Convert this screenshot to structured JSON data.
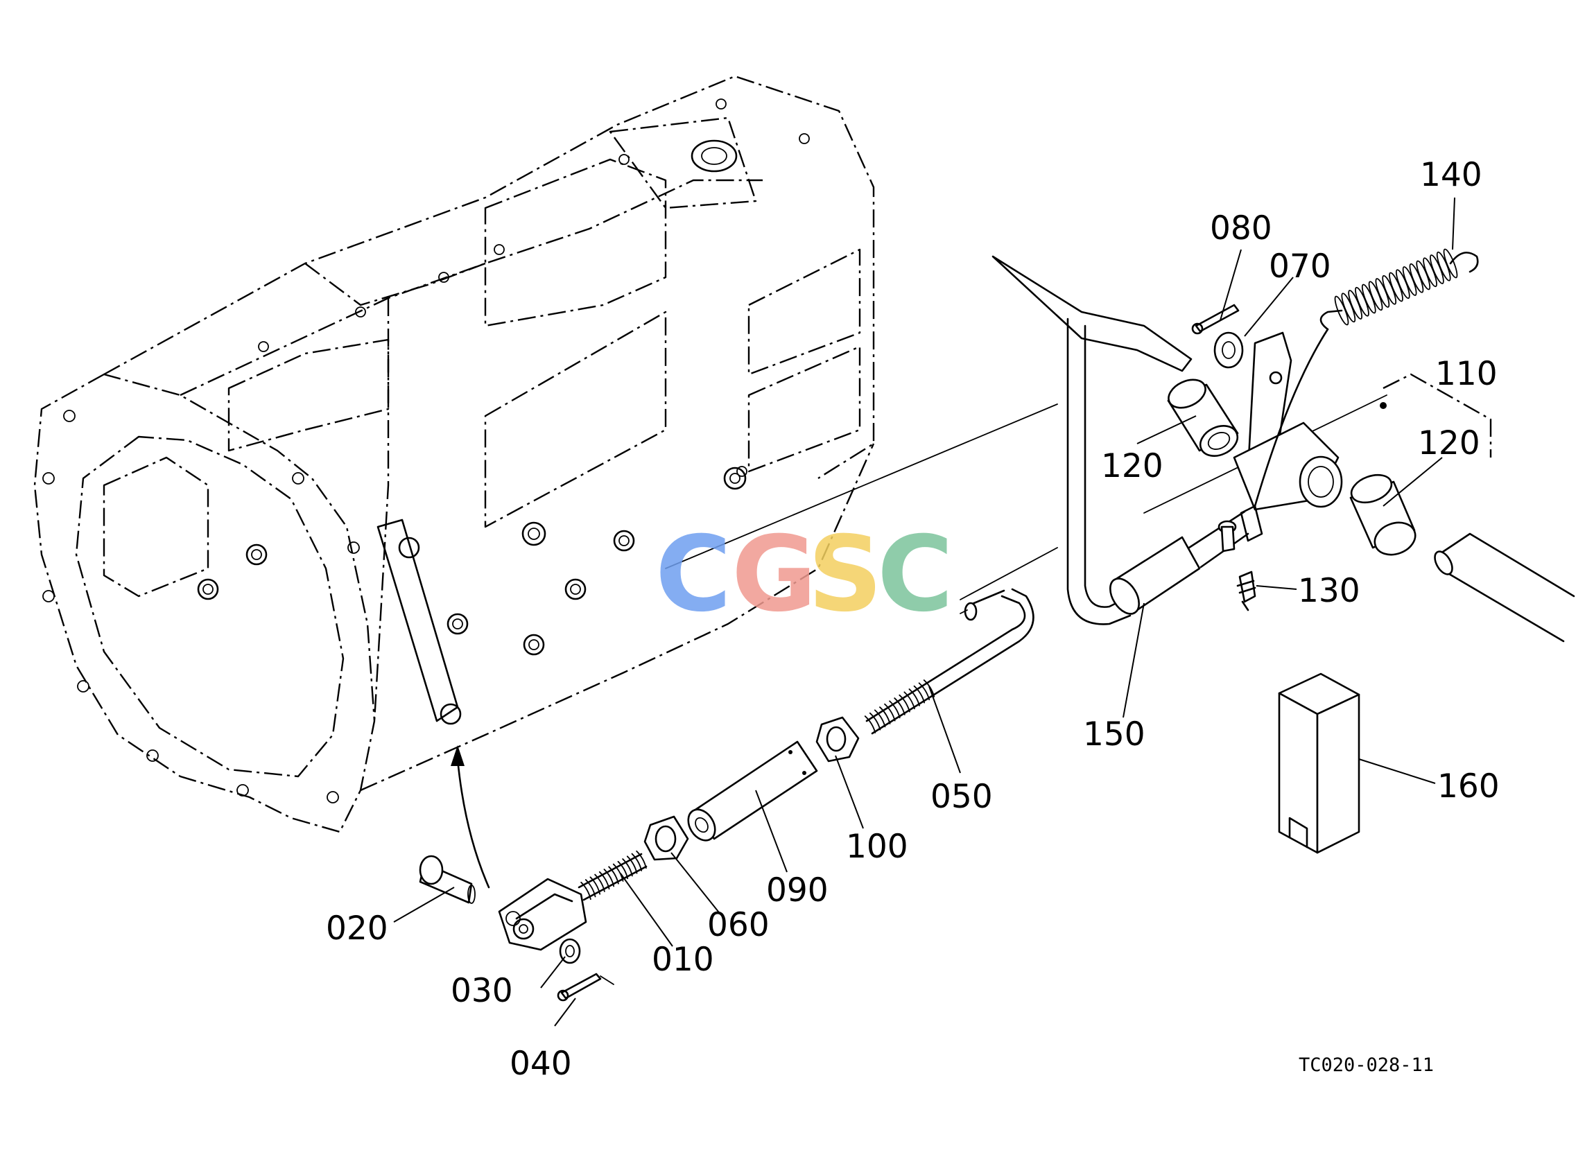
{
  "diagram": {
    "reference_code": "TC020-028-11",
    "watermark": {
      "letters": [
        {
          "char": "C",
          "color": "#6f9ff0"
        },
        {
          "char": "G",
          "color": "#f09a90"
        },
        {
          "char": "S",
          "color": "#f4d060"
        },
        {
          "char": "C",
          "color": "#7cc49c"
        }
      ]
    },
    "callouts": {
      "p010": "010",
      "p020": "020",
      "p030": "030",
      "p040": "040",
      "p050": "050",
      "p060": "060",
      "p070": "070",
      "p080": "080",
      "p090": "090",
      "p100": "100",
      "p110": "110",
      "p120a": "120",
      "p120b": "120",
      "p130": "130",
      "p140": "140",
      "p150": "150",
      "p160": "160"
    }
  }
}
